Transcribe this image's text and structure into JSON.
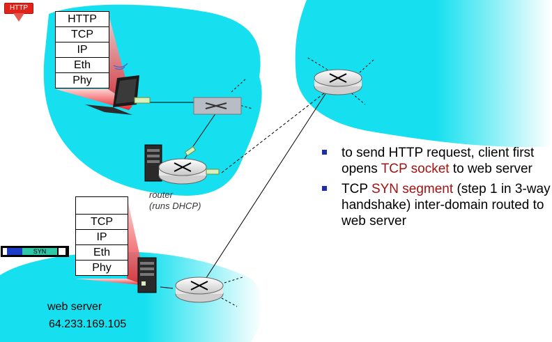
{
  "header_tag": {
    "label": "HTTP"
  },
  "client_stack": {
    "layers": [
      "HTTP",
      "TCP",
      "IP",
      "Eth",
      "Phy"
    ]
  },
  "server_stack": {
    "layers": [
      "",
      "TCP",
      "IP",
      "Eth",
      "Phy"
    ]
  },
  "packet": {
    "label": "SYN"
  },
  "router_label": {
    "line1": "router",
    "line2": "(runs DHCP)"
  },
  "server_label": {
    "name": "web server",
    "ip": "64.233.169.105"
  },
  "bullets": [
    {
      "parts": [
        {
          "text": "to send HTTP request, client first opens ",
          "hl": false
        },
        {
          "text": "TCP socket",
          "hl": true
        },
        {
          "text": " to web server",
          "hl": false
        }
      ]
    },
    {
      "parts": [
        {
          "text": "TCP ",
          "hl": false
        },
        {
          "text": "SYN segment",
          "hl": true
        },
        {
          "text": " (step 1 in 3-way handshake) inter-domain routed to web server",
          "hl": false
        }
      ]
    }
  ],
  "colors": {
    "network_fill": "#16e0ef",
    "highlight_text": "#a11212",
    "bullet": "#1c2fa6",
    "stack_beam": "#e8232a"
  },
  "icons": [
    "laptop-icon",
    "switch-icon",
    "router-icon",
    "server-icon",
    "packet-icon"
  ]
}
